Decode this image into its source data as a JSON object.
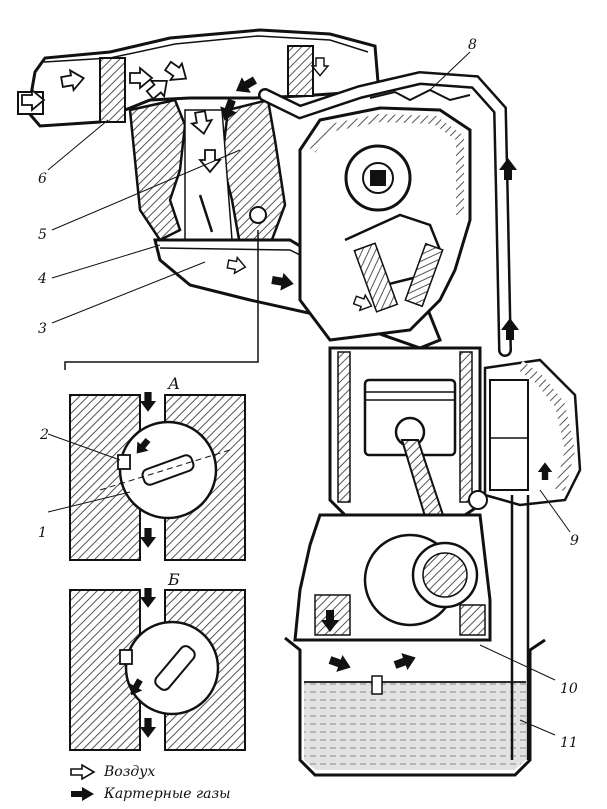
{
  "section_labels": {
    "a": "А",
    "b": "Б"
  },
  "callouts": [
    "1",
    "2",
    "3",
    "4",
    "5",
    "6",
    "8",
    "9",
    "10",
    "11"
  ],
  "legend": {
    "air": "Воздух",
    "crankcase_gases": "Картерные газы"
  },
  "colors": {
    "ink": "#111111",
    "hatch": "#555555",
    "paper": "#ffffff",
    "oil": "#dcdcdc"
  },
  "icons": {
    "air": "hollow-arrow-icon",
    "gas": "solid-arrow-icon"
  }
}
